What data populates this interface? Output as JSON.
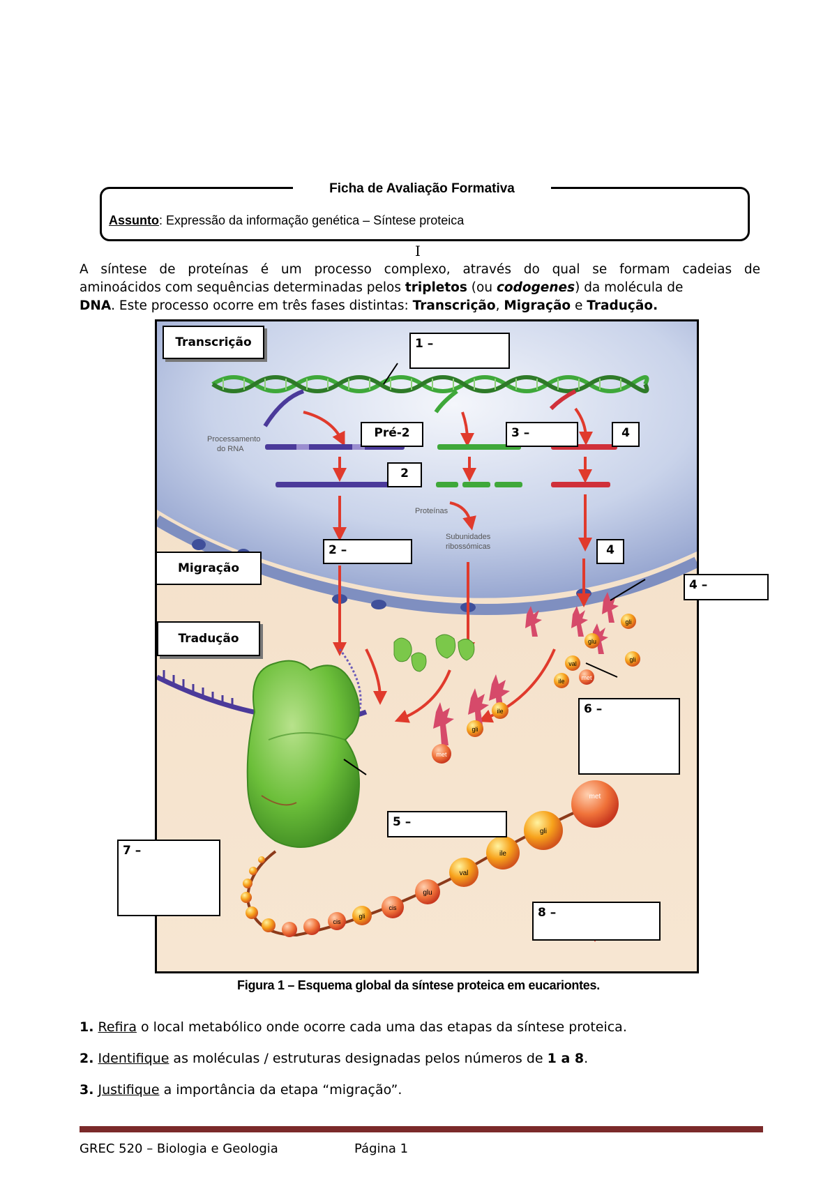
{
  "header": {
    "title": "Ficha de Avaliação Formativa",
    "subject_label": "Assunto",
    "subject_text": ": Expressão da informação genética – Síntese proteica"
  },
  "section_number": "I",
  "intro": {
    "p1": "A síntese de proteínas é um processo complexo, através do qual se formam cadeias de",
    "p2a": "aminoácidos com sequências determinadas pelos ",
    "p2b": "tripletos",
    "p2c": " (ou ",
    "p2d": "codogenes",
    "p2e": ") da molécula de",
    "p3a": "DNA",
    "p3b": ". Este processo ocorre em três fases distintas: ",
    "p3c": "Transcrição",
    "p3d": ", ",
    "p3e": "Migração",
    "p3f": " e ",
    "p3g": "Tradução."
  },
  "figure": {
    "phase_transcricao": "Transcrição",
    "phase_migracao": "Migração",
    "phase_traducao": "Tradução",
    "label_1": "1 –",
    "label_pre2": "Pré-2",
    "label_2a": "2",
    "label_3": "3 –",
    "label_4a": "4",
    "label_2b": "2 –",
    "label_4b": "4",
    "label_4c": "4 –",
    "label_5": "5 –",
    "label_6": "6 –",
    "label_7": "7 –",
    "label_8": "8 –",
    "text_processamento_1": "Processamento",
    "text_processamento_2": "do RNA",
    "text_proteinas": "Proteínas",
    "text_subunidades_1": "Subunidades",
    "text_subunidades_2": "ribossómicas",
    "aa": [
      "met",
      "gli",
      "ile",
      "val",
      "glu",
      "cis",
      "gli",
      "cis",
      "glu",
      "val",
      "ile",
      "gli",
      "met",
      "ile",
      "gli"
    ]
  },
  "caption": "Figura 1 – Esquema global da síntese proteica em eucariontes.",
  "questions": [
    {
      "num": "1.",
      "verb": "Refira",
      "text": " o local metabólico onde ocorre cada uma das etapas da síntese proteica."
    },
    {
      "num": "2.",
      "verb": "Identifique",
      "text": " as moléculas / estruturas designadas pelos números de ",
      "bold": "1 a 8",
      "end": "."
    },
    {
      "num": "3.",
      "verb": "Justifique",
      "text": " a importância da etapa “migração”."
    }
  ],
  "footer": {
    "left": "GREC 520 – Biologia e Geologia",
    "right": "Página 1"
  },
  "colors": {
    "footer_rule": "#7b2a2a",
    "dna_green": "#3fa83a",
    "mrna_purple": "#4b3a9a",
    "trna_red": "#d0303a",
    "ribosome_green": "#6cbf3a"
  }
}
